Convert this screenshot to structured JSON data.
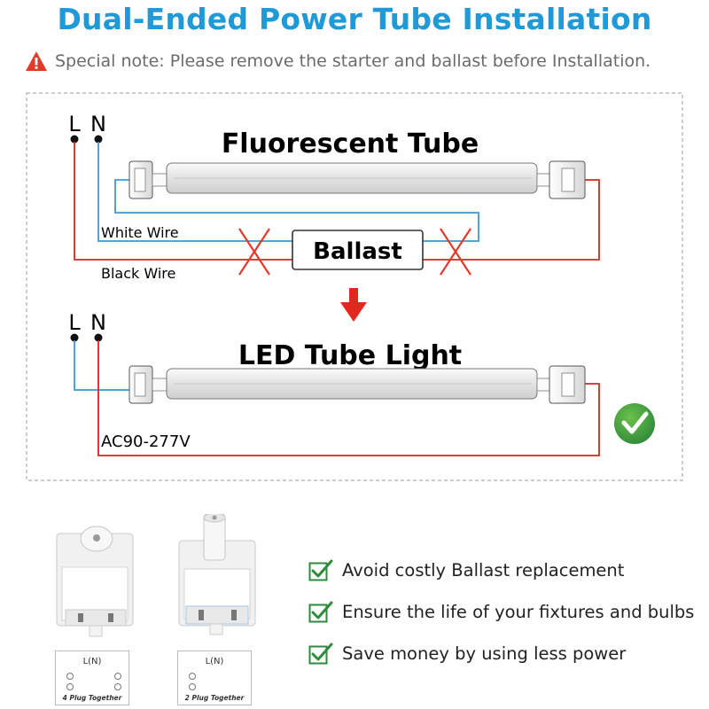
{
  "header": {
    "title": "Dual-Ended Power Tube Installation",
    "note": "Special note: Please remove the starter and ballast before Installation."
  },
  "diagram_top": {
    "l_label": "L",
    "n_label": "N",
    "tube_label": "Fluorescent Tube",
    "white_wire": "White Wire",
    "black_wire": "Black Wire",
    "ballast": "Ballast"
  },
  "diagram_bottom": {
    "l_label": "L",
    "n_label": "N",
    "tube_label": "LED Tube Light",
    "voltage": "AC90-277V"
  },
  "plugs": [
    {
      "label": "L(N)",
      "caption": "4 Plug Together"
    },
    {
      "label": "L(N)",
      "caption": "2 Plug Together"
    }
  ],
  "benefits": [
    "Avoid costly Ballast replacement",
    "Ensure the life of your fixtures and bulbs",
    "Save money by using less power"
  ],
  "colors": {
    "title": "#1f9ad6",
    "live_wire": "#d9261c",
    "neutral_wire": "#3a9bd5",
    "cross": "#e03a2a",
    "check_green": "#2f8a3c",
    "warning": "#e03a2a"
  }
}
